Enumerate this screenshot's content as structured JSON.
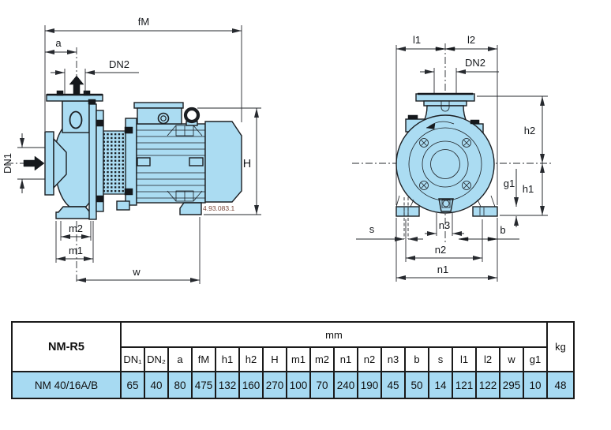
{
  "colors": {
    "body_fill": "#abdcf2",
    "line": "#1b1e22",
    "table_border": "#1a1a1a",
    "row_bg": "#a7daf2",
    "ref_code_color": "#7a4638"
  },
  "side_view": {
    "labels": {
      "fM": "fM",
      "a": "a",
      "dn2": "DN2",
      "dn1": "DN1",
      "m2": "m2",
      "m1": "m1",
      "w": "w",
      "H": "H"
    },
    "ref_code": "4.93.083.1"
  },
  "front_view": {
    "labels": {
      "l1": "l1",
      "l2": "l2",
      "dn2": "DN2",
      "h2": "h2",
      "g1": "g1",
      "h1": "h1",
      "s": "s",
      "n3": "n3",
      "b": "b",
      "n2": "n2",
      "n1": "n1"
    }
  },
  "table": {
    "series_label": "NM-R5",
    "unit_label": "mm",
    "weight_label": "kg",
    "columns": [
      "DN₁",
      "DN₂",
      "a",
      "fM",
      "h1",
      "h2",
      "H",
      "m1",
      "m2",
      "n1",
      "n2",
      "n3",
      "b",
      "s",
      "l1",
      "l2",
      "w",
      "g1"
    ],
    "rows": [
      {
        "model": "NM    40/16A/B",
        "values": [
          65,
          40,
          80,
          475,
          132,
          160,
          270,
          100,
          70,
          240,
          190,
          45,
          50,
          14,
          121,
          122,
          295,
          10
        ],
        "weight": 48
      }
    ]
  }
}
